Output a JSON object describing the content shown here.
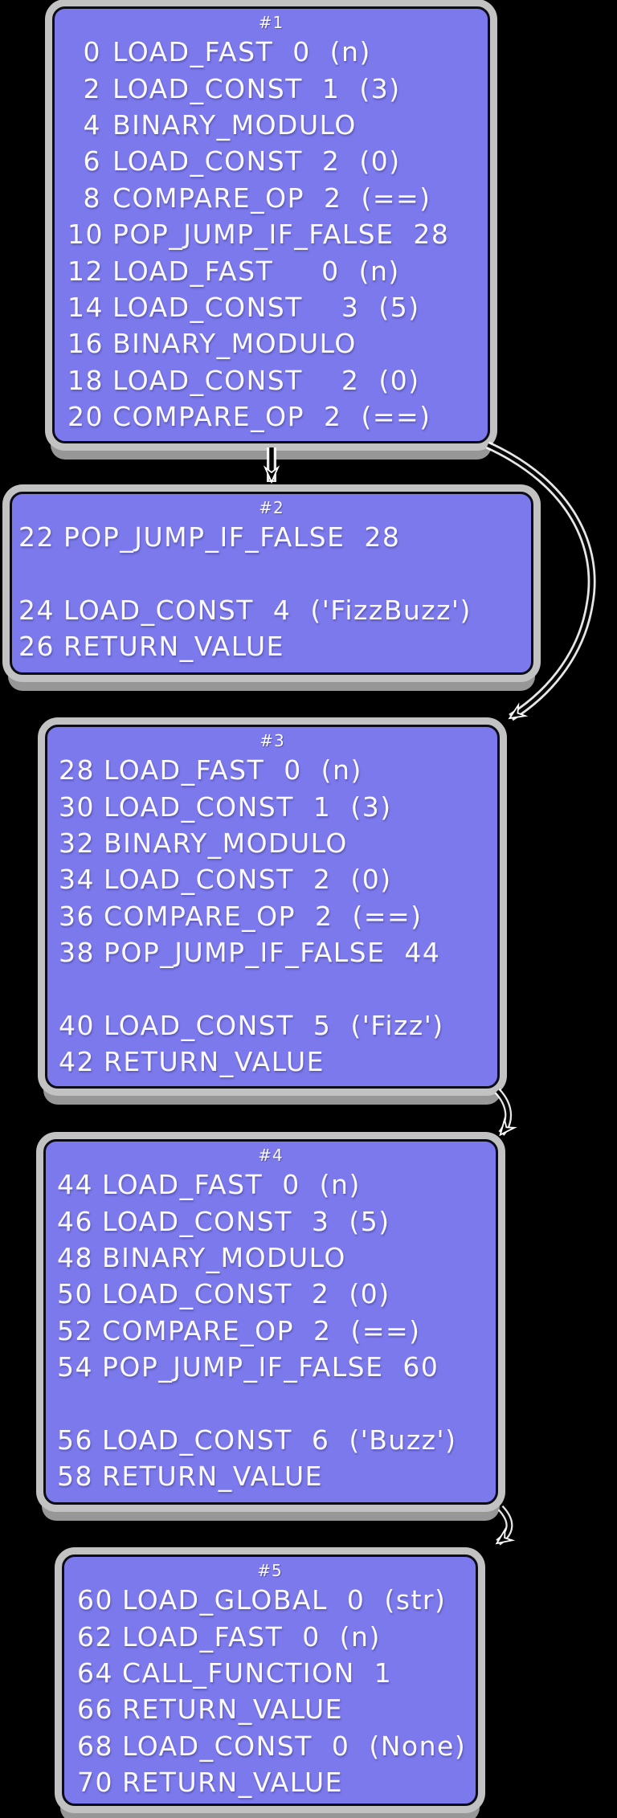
{
  "graph": {
    "title": "bytecode control-flow graph",
    "colors": {
      "background": "#000000",
      "node_fill": "#7c79ec",
      "node_border": "#0c0c16",
      "node_shadow": "#c2c2c2",
      "text": "#fafaff",
      "edge": "#050505",
      "edge_casing": "#ffffff"
    },
    "blocks": [
      {
        "label": "#1",
        "lines": [
          {
            "n": "0",
            "t": "LOAD_FAST  0  (n)"
          },
          {
            "n": "2",
            "t": "LOAD_CONST  1  (3)"
          },
          {
            "n": "4",
            "t": "BINARY_MODULO"
          },
          {
            "n": "6",
            "t": "LOAD_CONST  2  (0)"
          },
          {
            "n": "8",
            "t": "COMPARE_OP  2  (==)"
          },
          {
            "n": "10",
            "t": "POP_JUMP_IF_FALSE  28"
          },
          {
            "n": "12",
            "t": "LOAD_FAST     0  (n)"
          },
          {
            "n": "14",
            "t": "LOAD_CONST    3  (5)"
          },
          {
            "n": "16",
            "t": "BINARY_MODULO"
          },
          {
            "n": "18",
            "t": "LOAD_CONST    2  (0)"
          },
          {
            "n": "20",
            "t": "COMPARE_OP  2  (==)"
          }
        ]
      },
      {
        "label": "#2",
        "lines": [
          {
            "n": "22",
            "t": "POP_JUMP_IF_FALSE  28"
          },
          {
            "n": "",
            "t": ""
          },
          {
            "n": "24",
            "t": "LOAD_CONST  4  ('FizzBuzz')"
          },
          {
            "n": "26",
            "t": "RETURN_VALUE"
          }
        ]
      },
      {
        "label": "#3",
        "lines": [
          {
            "n": "28",
            "t": "LOAD_FAST  0  (n)"
          },
          {
            "n": "30",
            "t": "LOAD_CONST  1  (3)"
          },
          {
            "n": "32",
            "t": "BINARY_MODULO"
          },
          {
            "n": "34",
            "t": "LOAD_CONST  2  (0)"
          },
          {
            "n": "36",
            "t": "COMPARE_OP  2  (==)"
          },
          {
            "n": "38",
            "t": "POP_JUMP_IF_FALSE  44"
          },
          {
            "n": "",
            "t": ""
          },
          {
            "n": "40",
            "t": "LOAD_CONST  5  ('Fizz')"
          },
          {
            "n": "42",
            "t": "RETURN_VALUE"
          }
        ]
      },
      {
        "label": "#4",
        "lines": [
          {
            "n": "44",
            "t": "LOAD_FAST  0  (n)"
          },
          {
            "n": "46",
            "t": "LOAD_CONST  3  (5)"
          },
          {
            "n": "48",
            "t": "BINARY_MODULO"
          },
          {
            "n": "50",
            "t": "LOAD_CONST  2  (0)"
          },
          {
            "n": "52",
            "t": "COMPARE_OP  2  (==)"
          },
          {
            "n": "54",
            "t": "POP_JUMP_IF_FALSE  60"
          },
          {
            "n": "",
            "t": ""
          },
          {
            "n": "56",
            "t": "LOAD_CONST  6  ('Buzz')"
          },
          {
            "n": "58",
            "t": "RETURN_VALUE"
          }
        ]
      },
      {
        "label": "#5",
        "lines": [
          {
            "n": "60",
            "t": "LOAD_GLOBAL  0  (str)"
          },
          {
            "n": "62",
            "t": "LOAD_FAST  0  (n)"
          },
          {
            "n": "64",
            "t": "CALL_FUNCTION  1"
          },
          {
            "n": "66",
            "t": "RETURN_VALUE"
          },
          {
            "n": "68",
            "t": "LOAD_CONST  0  (None)"
          },
          {
            "n": "70",
            "t": "RETURN_VALUE"
          }
        ]
      }
    ],
    "edges": [
      {
        "from": "#1",
        "to": "#2"
      },
      {
        "from": "#1",
        "to": "#3"
      },
      {
        "from": "#3",
        "to": "#4"
      },
      {
        "from": "#4",
        "to": "#5"
      }
    ]
  }
}
